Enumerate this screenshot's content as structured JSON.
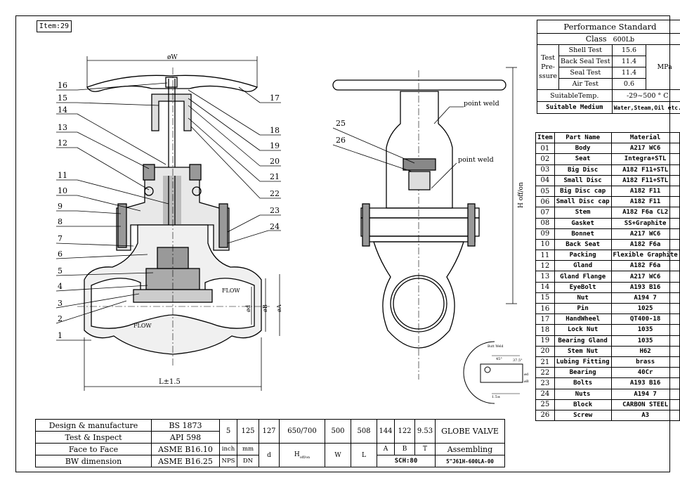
{
  "item_label": "Item:29",
  "performance": {
    "title": "Performance Standard",
    "class_label": "Class",
    "class_value": "600Lb",
    "test_pressure_label": "Test Pre- ssure",
    "unit": "MPa",
    "tests": [
      {
        "name": "Shell Test",
        "value": "15.6"
      },
      {
        "name": "Back Seal Test",
        "value": "11.4"
      },
      {
        "name": "Seal Test",
        "value": "11.4"
      },
      {
        "name": "Air Test",
        "value": "0.6"
      }
    ],
    "temp_label": "SuitableTemp.",
    "temp_value": "-29~500",
    "temp_unit": "° C",
    "medium_label": "Suitable Medium",
    "medium_value": "Water,Steam,Oil etc."
  },
  "parts": {
    "headers": [
      "Item",
      "Part Name",
      "Material"
    ],
    "rows": [
      [
        "01",
        "Body",
        "A217 WC6"
      ],
      [
        "02",
        "Seat",
        "Integra+STL"
      ],
      [
        "03",
        "Big Disc",
        "A182 F11+STL"
      ],
      [
        "04",
        "Small Disc",
        "A182 F11+STL"
      ],
      [
        "05",
        "Big Disc cap",
        "A182 F11"
      ],
      [
        "06",
        "Small Disc cap",
        "A182 F11"
      ],
      [
        "07",
        "Stem",
        "A182 F6a CL2"
      ],
      [
        "08",
        "Gasket",
        "SS+Graphite"
      ],
      [
        "09",
        "Bonnet",
        "A217 WC6"
      ],
      [
        "10",
        "Back Seat",
        "A182 F6a"
      ],
      [
        "11",
        "Packing",
        "Flexible Graphite"
      ],
      [
        "12",
        "Gland",
        "A182 F6a"
      ],
      [
        "13",
        "Gland Flange",
        "A217 WC6"
      ],
      [
        "14",
        "EyeBolt",
        "A193 B16"
      ],
      [
        "15",
        "Nut",
        "A194 7"
      ],
      [
        "16",
        "Pin",
        "1025"
      ],
      [
        "17",
        "HandWheel",
        "QT400-18"
      ],
      [
        "18",
        "Lock Nut",
        "1035"
      ],
      [
        "19",
        "Bearing Gland",
        "1035"
      ],
      [
        "20",
        "Stem Nut",
        "H62"
      ],
      [
        "21",
        "Lubing Fitting",
        "brass"
      ],
      [
        "22",
        "Bearing",
        "40Cr"
      ],
      [
        "23",
        "Bolts",
        "A193 B16"
      ],
      [
        "24",
        "Nuts",
        "A194 7"
      ],
      [
        "25",
        "Block",
        "CARBON STEEL"
      ],
      [
        "26",
        "Screw",
        "A3"
      ]
    ]
  },
  "standards": [
    {
      "label": "Design & manufacture",
      "value": "BS 1873"
    },
    {
      "label": "Test & Inspect",
      "value": "API 598"
    },
    {
      "label": "Face to Face",
      "value": "ASME B16.10"
    },
    {
      "label": "BW dimension",
      "value": "ASME B16.25"
    }
  ],
  "dimensions": {
    "nps": "5",
    "dn": "125",
    "d": "127",
    "h": "650/700",
    "w": "500",
    "l": "508",
    "a": "144",
    "b": "122",
    "t": "9.53",
    "unit_inch": "inch",
    "unit_mm": "mm",
    "label_nps": "NPS",
    "label_dn": "DN",
    "label_d": "d",
    "label_h": "H",
    "label_h_sub": "off/on",
    "label_w": "W",
    "label_l": "L",
    "label_a": "A",
    "label_b": "B",
    "label_t": "T",
    "sch": "SCH:80"
  },
  "title_block": {
    "name": "GLOBE VALVE",
    "type": "Assembling",
    "drawing_no": "5\"J61H-600LA-00"
  },
  "drawing": {
    "callouts_left": [
      "16",
      "15",
      "14",
      "13",
      "12",
      "11",
      "10",
      "9",
      "8",
      "7",
      "6",
      "5",
      "4",
      "3",
      "2",
      "1"
    ],
    "callouts_right": [
      "17",
      "18",
      "19",
      "20",
      "21",
      "22",
      "23",
      "24"
    ],
    "callouts_side": [
      "25",
      "26"
    ],
    "point_weld": "point weld",
    "flow": "FLOW",
    "dim_w": "øW",
    "dim_l": "L±1.5",
    "dim_d": "ød",
    "dim_b": "øB",
    "dim_a": "øA",
    "dim_h": "H off/on",
    "butt_weld": "Butt Weld",
    "detail_1": "45°",
    "detail_2": "37.5°",
    "detail_3": "1.5±",
    "detail_4": "ød",
    "detail_5": "øB"
  }
}
